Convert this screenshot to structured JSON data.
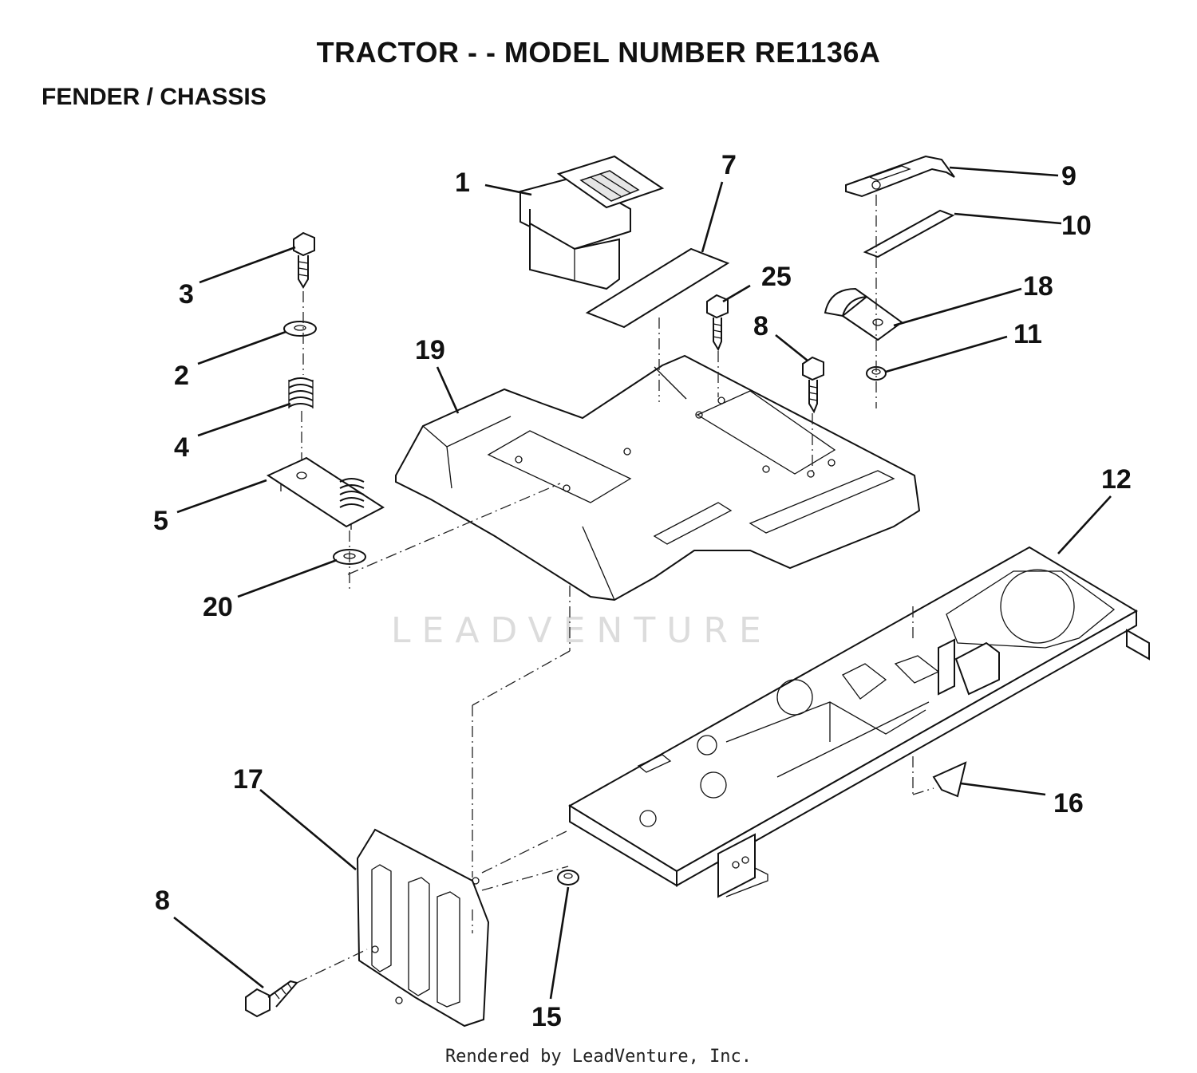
{
  "header": {
    "title": "TRACTOR - - MODEL NUMBER RE1136A",
    "section": "FENDER / CHASSIS"
  },
  "callouts": {
    "c1": "1",
    "c2": "2",
    "c3": "3",
    "c4": "4",
    "c5": "5",
    "c7": "7",
    "c8a": "8",
    "c8b": "8",
    "c9": "9",
    "c10": "10",
    "c11": "11",
    "c12": "12",
    "c15": "15",
    "c16": "16",
    "c17": "17",
    "c18": "18",
    "c19": "19",
    "c20": "20",
    "c25": "25"
  },
  "watermark": "LEADVENTURE",
  "footer": "Rendered by LeadVenture, Inc."
}
